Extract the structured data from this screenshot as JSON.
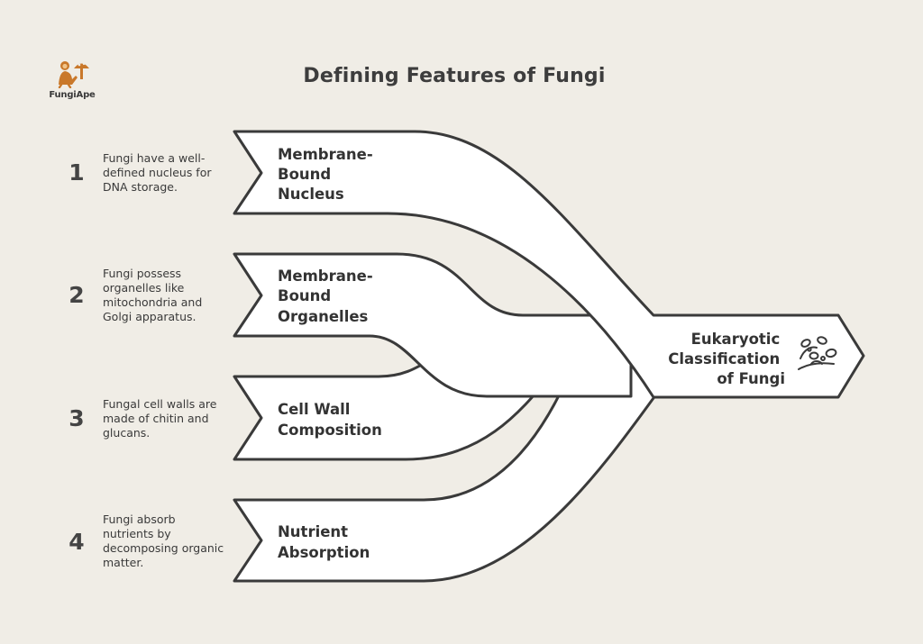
{
  "brand": {
    "name": "FungiApe"
  },
  "title": "Defining Features of Fungi",
  "features": [
    {
      "number": "1",
      "label": [
        "Membrane-",
        "Bound",
        "Nucleus"
      ],
      "description": "Fungi have a well-defined nucleus for DNA storage."
    },
    {
      "number": "2",
      "label": [
        "Membrane-",
        "Bound",
        "Organelles"
      ],
      "description": "Fungi possess organelles like mitochondria and Golgi apparatus."
    },
    {
      "number": "3",
      "label": [
        "Cell Wall",
        "Composition"
      ],
      "description": "Fungal cell walls are made of chitin and glucans."
    },
    {
      "number": "4",
      "label": [
        "Nutrient",
        "Absorption"
      ],
      "description": "Fungi absorb nutrients by decomposing organic matter."
    }
  ],
  "target": {
    "label": [
      "Eukaryotic",
      "Classification",
      "of Fungi"
    ],
    "icon": "fungi-cells-icon"
  },
  "colors": {
    "background": "#f0ede6",
    "fill": "#ffffff",
    "stroke": "#3a3a3a",
    "accent": "#c9782a"
  }
}
